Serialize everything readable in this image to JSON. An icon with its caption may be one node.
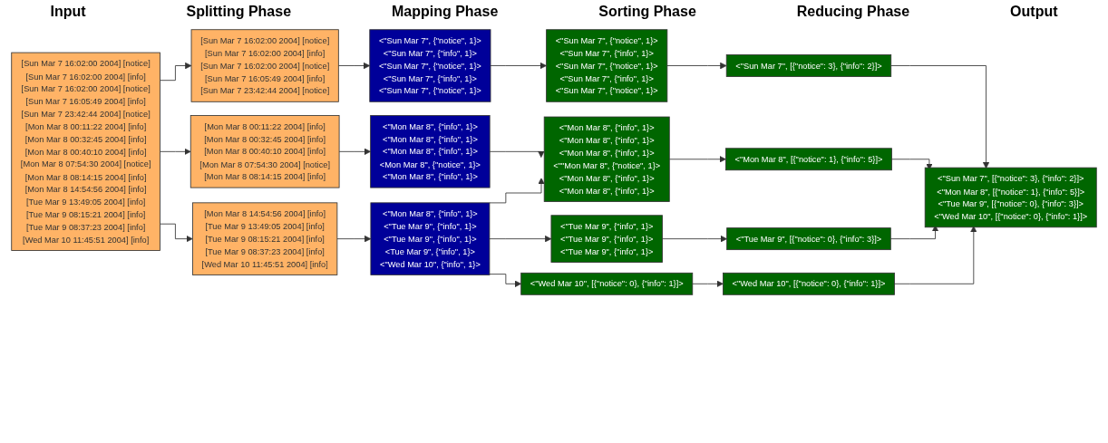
{
  "diagram": {
    "nodes": [
      {
        "text": [
          "[Sun Mar 7 16:02:00 2004] [notice]",
          "[Sun Mar 7 16:02:00 2004] [info]",
          "[Sun Mar 7 16:02:00 2004] [notice]",
          "[Sun Mar 7 16:05:49 2004] [info]",
          "[Sun Mar 7 23:42:44 2004] [notice]",
          "[Mon Mar 8 00:11:22 2004] [info]",
          "[Mon Mar 8 00:32:45 2004] [info]",
          "[Mon Mar 8 00:40:10 2004] [info]",
          "[Mon Mar 8 07:54:30 2004] [notice]",
          "[Mon Mar 8 08:14:15 2004] [info]",
          "[Mon Mar 8 14:54:56 2004] [info]",
          "[Tue Mar 9 13:49:05 2004] [info]",
          "[Tue Mar 9 08:15:21 2004] [info]",
          "[Tue Mar 9 08:37:23 2004] [info]",
          "[Wed Mar 10 11:45:51 2004] [info]"
        ]
      },
      {
        "text": [
          "[Sun Mar 7 16:02:00 2004] [notice]",
          "[Sun Mar 7 16:02:00 2004] [info]",
          "[Sun Mar 7 16:02:00 2004] [notice]",
          "[Sun Mar 7 16:05:49 2004] [info]",
          "[Sun Mar 7 23:42:44 2004] [notice]"
        ]
      },
      {
        "text": [
          "[Mon Mar 8 00:11:22 2004] [info]",
          "[Mon Mar 8 00:32:45 2004] [info]",
          "[Mon Mar 8 00:40:10 2004] [info]",
          "[Mon Mar 8 07:54:30 2004] [notice]",
          "[Mon Mar 8 08:14:15 2004] [info]"
        ]
      },
      {
        "text": [
          "[Mon Mar 8 14:54:56 2004] [info]",
          "[Tue Mar 9 13:49:05 2004] [info]",
          "[Tue Mar 9 08:15:21 2004] [info]",
          "[Tue Mar 9 08:37:23 2004] [info]",
          "[Wed Mar 10 11:45:51 2004] [info]"
        ]
      },
      {
        "text": [
          "<\"Sun Mar 7\", {\"notice\", 1}>",
          "<\"Sun Mar 7\", {\"info\", 1}>",
          "<\"Sun Mar 7\", {\"notice\", 1}>",
          "<\"Sun Mar 7\", {\"info\", 1}>",
          "<\"Sun Mar 7\", {\"notice\", 1}>"
        ]
      },
      {
        "text": [
          "<\"Mon Mar 8\", {\"info\", 1}>",
          "<\"Mon Mar 8\", {\"info\", 1}>",
          "<\"Mon Mar 8\", {\"info\", 1}>",
          "<Mon Mar 8\", {\"notice\", 1}>",
          "<\"Mon Mar 8\", {\"info\", 1}>"
        ]
      },
      {
        "text": [
          "<\"Mon Mar 8\", {\"info\", 1}>",
          "<\"Tue Mar 9\", {\"info\", 1}>",
          "<\"Tue Mar 9\", {\"info\", 1}>",
          "<Tue Mar 9\", {\"info\", 1}>",
          "<\"Wed Mar 10\", {\"info\", 1}>"
        ]
      },
      {
        "text": [
          "<\"Sun Mar 7\", {\"notice\", 1}>",
          "<\"Sun Mar 7\", {\"info\", 1}>",
          "<\"Sun Mar 7\", {\"notice\", 1}>",
          "<\"Sun Mar 7\", {\"info\", 1}>",
          "<\"Sun Mar 7\", {\"notice\", 1}>"
        ]
      },
      {
        "text": [
          "<\"Mon Mar 8\", {\"info\", 1}>",
          "<\"Mon Mar 8\", {\"info\", 1}>",
          "<\"Mon Mar 8\", {\"info\", 1}>",
          "<\"\"Mon Mar 8\", {\"notice\", 1}>",
          "<\"Mon Mar 8\", {\"info\", 1}>",
          "<\"Mon Mar 8\", {\"info\", 1}>"
        ]
      },
      {
        "text": [
          "<\"Tue Mar 9\", {\"info\", 1}>",
          "<\"Tue Mar 9\", {\"info\", 1}>",
          "<\"Tue Mar 9\", {\"info\", 1}>"
        ]
      },
      {
        "text": [
          "<\"Wed Mar 10\", [{\"notice\": 0}, {\"info\": 1}]>"
        ]
      },
      {
        "text": [
          "<\"Sun Mar 7\", [{\"notice\": 3}, {\"info\": 2}]>"
        ]
      },
      {
        "text": [
          "<\"Mon Mar 8\", [{\"notice\": 1}, {\"info\": 5}]>"
        ]
      },
      {
        "text": [
          "<\"Tue Mar 9\", [{\"notice\": 0}, {\"info\": 3}]>"
        ]
      },
      {
        "text": [
          "<\"Wed Mar 10\", [{\"notice\": 0}, {\"info\": 1}]>"
        ]
      },
      {
        "text": [
          "<\"Sun Mar 7\", [{\"notice\": 3}, {\"info\": 2}]>",
          "<\"Mon Mar 8\", [{\"notice\": 1}, {\"info\": 5}]>",
          "<\"Tue Mar 9\", [{\"notice\": 0}, {\"info\": 3}]>",
          "<\"Wed Mar 10\", [{\"notice\": 0}, {\"info\": 1}]>"
        ]
      }
    ],
    "edges": [
      {
        "from": 0,
        "to": 1,
        "arrow": "to"
      },
      {
        "from": 0,
        "to": 2,
        "arrow": "to"
      },
      {
        "from": 0,
        "to": 3,
        "arrow": "to"
      },
      {
        "from": 1,
        "to": 4,
        "arrow": "to"
      },
      {
        "from": 2,
        "to": 5,
        "arrow": "to"
      },
      {
        "from": 3,
        "to": 6,
        "arrow": "to"
      },
      {
        "from": 4,
        "to": 7,
        "arrow": "to"
      },
      {
        "from": 5,
        "to": 8,
        "arrow": "to"
      },
      {
        "from": 6,
        "to": 8,
        "arrow": "to"
      },
      {
        "from": 6,
        "to": 9,
        "arrow": "to"
      },
      {
        "from": 6,
        "to": 10,
        "arrow": "to"
      },
      {
        "from": 7,
        "to": 11,
        "arrow": "to"
      },
      {
        "from": 8,
        "to": 12,
        "arrow": "to"
      },
      {
        "from": 9,
        "to": 13,
        "arrow": "to"
      },
      {
        "from": 10,
        "to": 14,
        "arrow": "to"
      },
      {
        "from": 11,
        "to": 15,
        "arrow": "to"
      },
      {
        "from": 12,
        "to": 15,
        "arrow": "to"
      },
      {
        "from": 13,
        "to": 15,
        "arrow": "to"
      },
      {
        "from": 14,
        "to": 15,
        "arrow": "to"
      }
    ],
    "labels": [
      "Input",
      "Splitting Phase",
      "Mapping Phase",
      "Sorting Phase",
      "Reducing Phase",
      "Output"
    ]
  }
}
